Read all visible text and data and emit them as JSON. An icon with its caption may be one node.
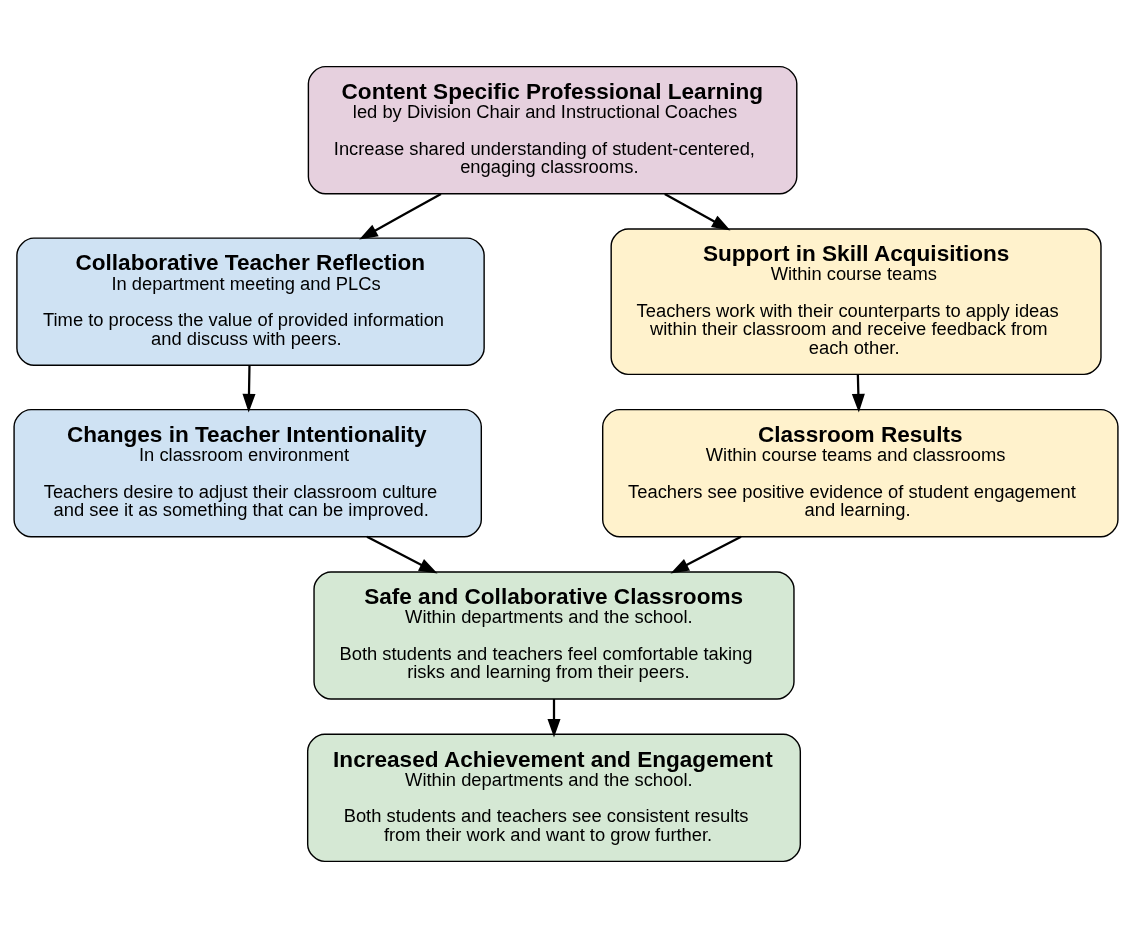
{
  "diagram": {
    "nodes": [
      {
        "text": [
          "Content Specific Professional Learning",
          "led by Division Chair and Instructional Coaches",
          "Increase shared understanding of student-centered, engaging classrooms."
        ]
      },
      {
        "text": [
          "Collaborative Teacher Reflection",
          "In department meeting and PLCs",
          "Time to process the value of provided information and discuss with peers."
        ]
      },
      {
        "text": [
          "Support in Skill Acquisitions",
          "Within course teams",
          "Teachers work with their counterparts to apply ideas within their classroom and receive feedback from each other."
        ]
      },
      {
        "text": [
          "Changes in Teacher Intentionality",
          "In classroom environment",
          "Teachers desire to adjust their classroom culture and see it as something that can be improved."
        ]
      },
      {
        "text": [
          "Classroom Results",
          "Within course teams and classrooms",
          "Teachers see positive evidence of student engagement and learning."
        ]
      },
      {
        "text": [
          "Safe and Collaborative Classrooms",
          "Within departments and the school.",
          "Both students and teachers feel comfortable taking risks and learning from their peers."
        ]
      },
      {
        "text": [
          "Increased Achievement and Engagement",
          "Within departments and the school.",
          "Both students and teachers see consistent results from their work and want to grow further."
        ]
      }
    ],
    "edges": [
      {
        "from": 0,
        "to": 1,
        "arrow": "to"
      },
      {
        "from": 0,
        "to": 2,
        "arrow": "to"
      },
      {
        "from": 1,
        "to": 3,
        "arrow": "to"
      },
      {
        "from": 2,
        "to": 4,
        "arrow": "to"
      },
      {
        "from": 3,
        "to": 5,
        "arrow": "to"
      },
      {
        "from": 4,
        "to": 5,
        "arrow": "to"
      },
      {
        "from": 5,
        "to": 6,
        "arrow": "to"
      }
    ]
  }
}
